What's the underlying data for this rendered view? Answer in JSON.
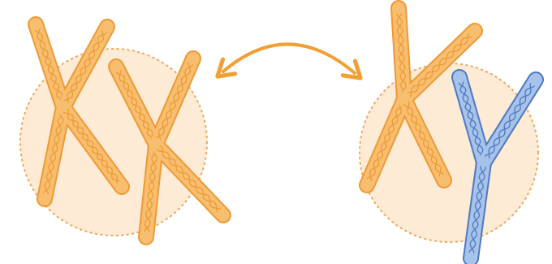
{
  "diagram": {
    "panels": [
      {
        "id": "xx",
        "chromosomes": [
          {
            "kind": "X",
            "color": "orange"
          },
          {
            "kind": "X",
            "color": "orange"
          }
        ]
      },
      {
        "id": "xy",
        "chromosomes": [
          {
            "kind": "X",
            "color": "orange"
          },
          {
            "kind": "Y",
            "color": "blue"
          }
        ]
      }
    ],
    "connector": {
      "type": "double-headed-arrow",
      "icon": "double-arrow-icon"
    }
  },
  "colors": {
    "circle_fill": "#FDEBD6",
    "circle_stroke": "#F0A65A",
    "x_fill": "#F8BE70",
    "x_stroke": "#EE9A33",
    "y_fill": "#A8C3E9",
    "y_stroke": "#4D79C3",
    "arrow": "#F0A035"
  }
}
